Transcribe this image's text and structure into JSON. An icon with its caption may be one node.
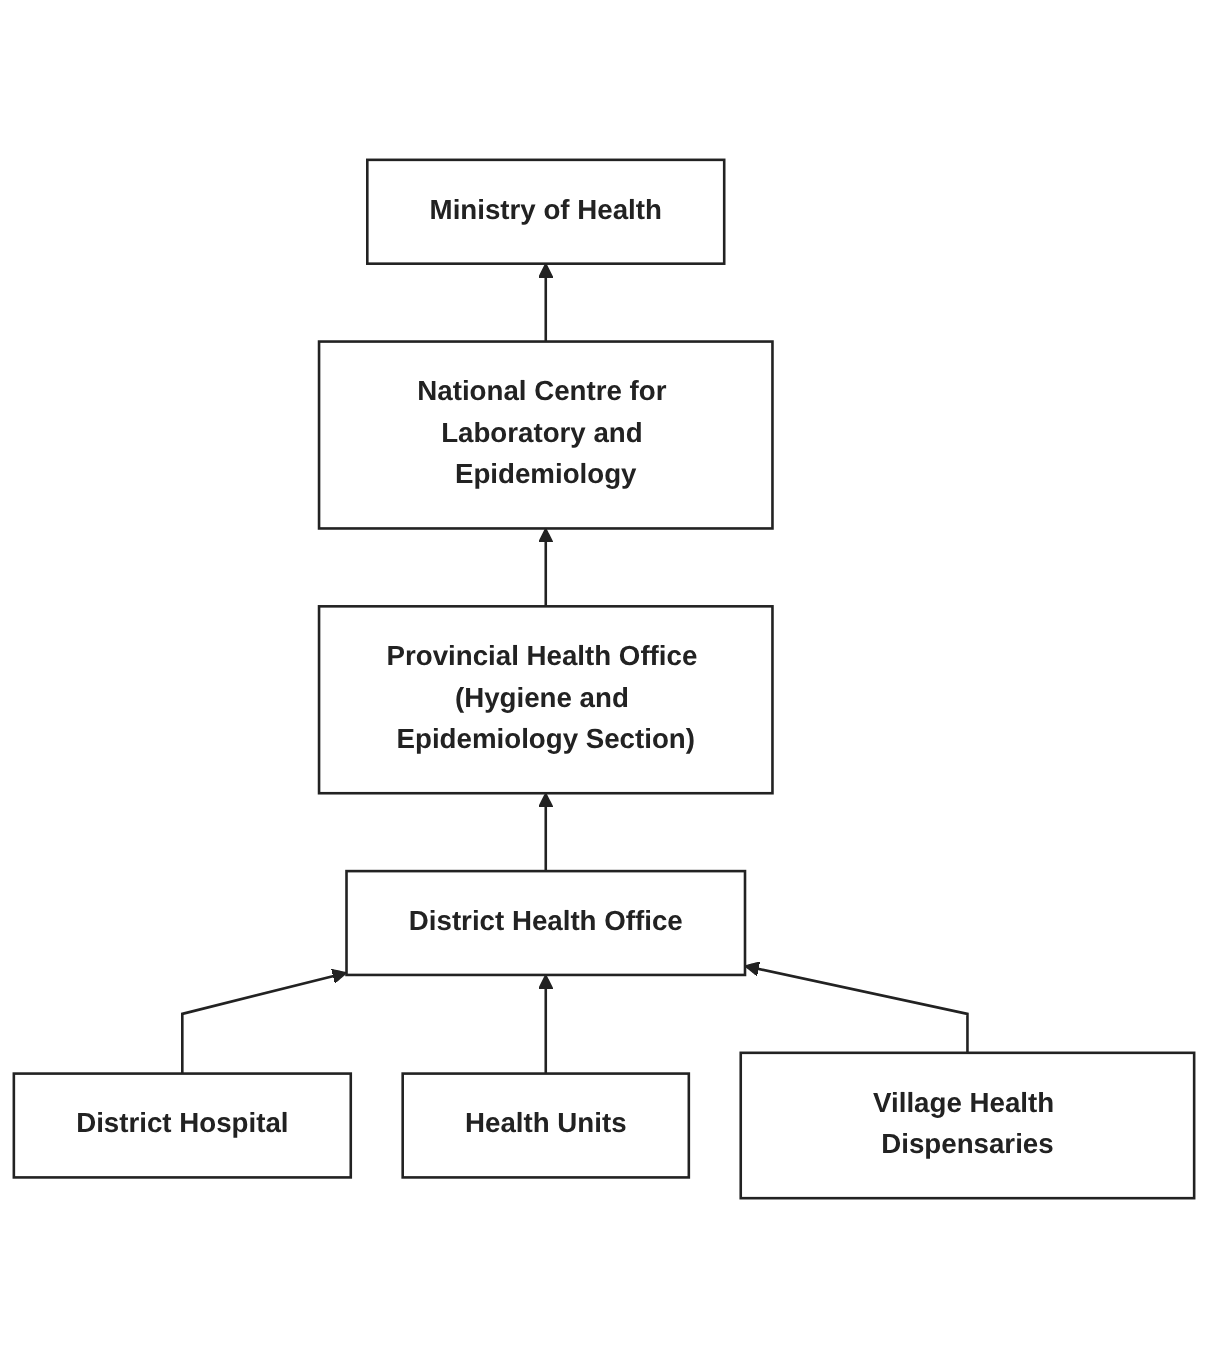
{
  "diagram": {
    "nodes": [
      {
        "text": [
          "Ministry of Health"
        ]
      },
      {
        "text": [
          "National Centre for Laboratory and Epidemiology"
        ]
      },
      {
        "text": [
          "Provincial Health Office (Hygiene and Epidemiology Section)"
        ]
      },
      {
        "text": [
          "District Health Office"
        ]
      },
      {
        "text": [
          "District Hospital"
        ]
      },
      {
        "text": [
          "Health Units"
        ]
      },
      {
        "text": [
          "Village Health Dispensaries"
        ]
      }
    ],
    "edges": [
      {
        "from": 1,
        "to": 0,
        "arrow": "to"
      },
      {
        "from": 2,
        "to": 1,
        "arrow": "to"
      },
      {
        "from": 3,
        "to": 2,
        "arrow": "to"
      },
      {
        "from": 4,
        "to": 3,
        "arrow": "to"
      },
      {
        "from": 5,
        "to": 3,
        "arrow": "to"
      },
      {
        "from": 6,
        "to": 3,
        "arrow": "to"
      }
    ]
  }
}
